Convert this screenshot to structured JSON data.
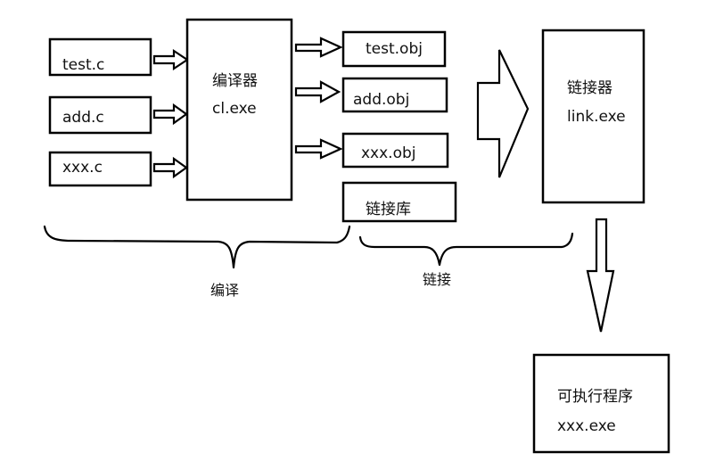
{
  "sources": [
    "test.c",
    "add.c",
    "xxx.c"
  ],
  "compiler": {
    "name": "编译器",
    "exe": "cl.exe"
  },
  "objects": [
    "test.obj",
    "add.obj",
    "xxx.obj"
  ],
  "library": "链接库",
  "linker": {
    "name": "链接器",
    "exe": "link.exe"
  },
  "phases": {
    "compile": "编译",
    "link": "链接"
  },
  "output": {
    "name": "可执行程序",
    "exe": "xxx.exe"
  }
}
